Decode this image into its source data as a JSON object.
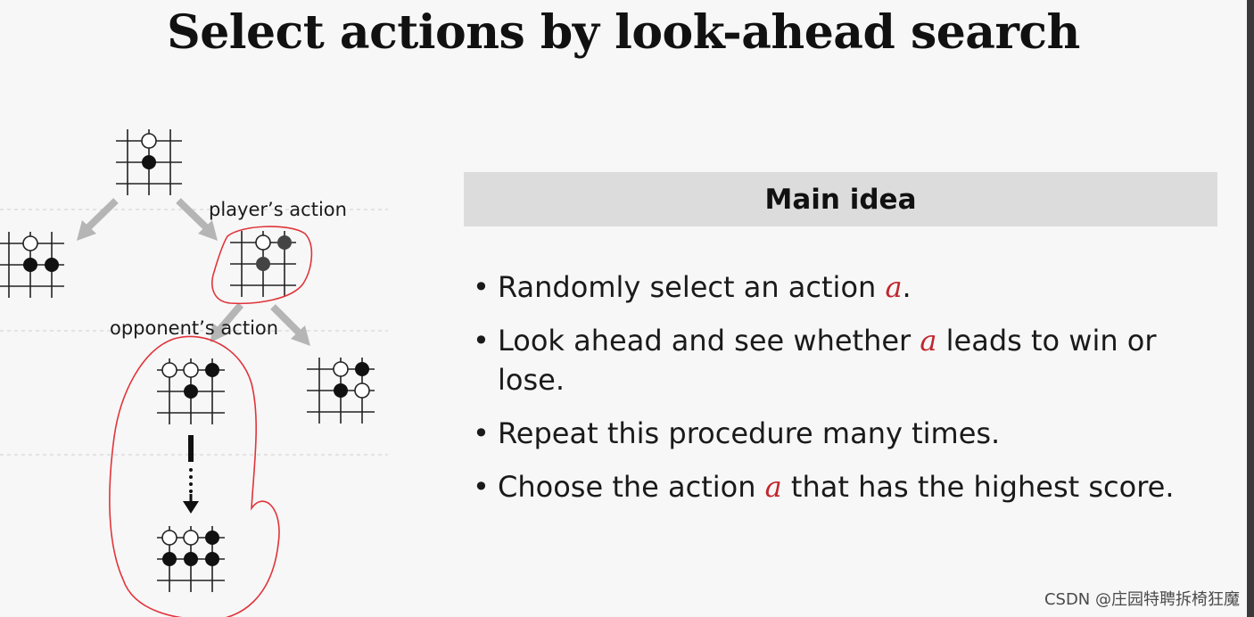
{
  "title": "Select actions by look-ahead search",
  "diagram": {
    "player_label": "player’s action",
    "opponent_label": "opponent’s action"
  },
  "panel": {
    "header": "Main idea",
    "bullets": [
      {
        "bullet": "•",
        "before": "Randomly select an action ",
        "var": "a",
        "after": "."
      },
      {
        "bullet": "•",
        "before": "Look ahead and see whether ",
        "var": "a",
        "after": " leads to win or lose."
      },
      {
        "bullet": "•",
        "before": "Repeat this procedure many times.",
        "var": "",
        "after": ""
      },
      {
        "bullet": "•",
        "before": "Choose the action ",
        "var": "a",
        "after": " that has the highest score."
      }
    ]
  },
  "watermark": "CSDN @庄园特聘拆椅狂魔",
  "colors": {
    "annotation_red": "#e0343a",
    "variable_red": "#c0262d",
    "header_bg": "#dcdcdc"
  }
}
